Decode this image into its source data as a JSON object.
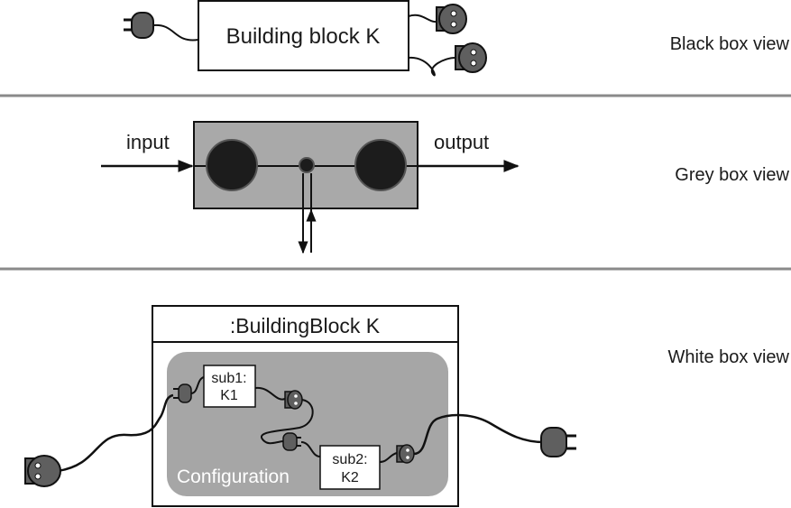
{
  "views": {
    "black_box": {
      "label": "Black box view",
      "block_title": "Building block K"
    },
    "grey_box": {
      "label": "Grey box view",
      "input_label": "input",
      "output_label": "output"
    },
    "white_box": {
      "label": "White box view",
      "block_title": ":BuildingBlock K",
      "configuration_label": "Configuration",
      "sub1_line1": "sub1:",
      "sub1_line2": "K1",
      "sub2_line1": "sub2:",
      "sub2_line2": "K2"
    }
  },
  "colors": {
    "divider": "#8a8a8a",
    "grey_box_fill": "#a9a9a9",
    "configuration_fill": "#a6a6a6",
    "plug_fill": "#5f5f5f",
    "dark_circle": "#1c1c1c",
    "line": "#111111"
  }
}
